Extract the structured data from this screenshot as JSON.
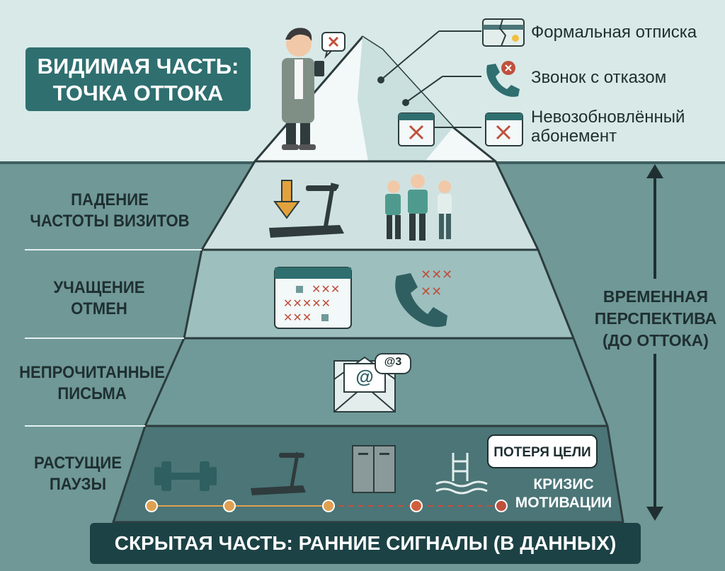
{
  "visible": {
    "title_line1": "ВИДИМАЯ ЧАСТЬ:",
    "title_line2": "ТОЧКА ОТТОКА",
    "callouts": [
      {
        "icon": "cancelled-card-icon",
        "line1": "Формальная отписка",
        "line2": ""
      },
      {
        "icon": "phone-cancel-icon",
        "line1": "Звонок с отказом",
        "line2": ""
      },
      {
        "icon": "calendar-x-icon",
        "line1": "Невозобновлённый",
        "line2": "абонемент"
      }
    ],
    "sad_bubble_icon": "x-mark-icon"
  },
  "hidden": {
    "layers": [
      {
        "line1": "ПАДЕНИЕ",
        "line2": "ЧАСТОТЫ ВИЗИТОВ"
      },
      {
        "line1": "УЧАЩЕНИЕ",
        "line2": "ОТМЕН"
      },
      {
        "line1": "НЕПРОЧИТАННЫЕ",
        "line2": "ПИСЬМА"
      },
      {
        "line1": "РАСТУЩИЕ",
        "line2": "ПАУЗЫ"
      }
    ],
    "email_badge": "@3",
    "email_at": "@",
    "bubble_text": "ПОТЕРЯ ЦЕЛИ",
    "crisis_line1": "КРИЗИС",
    "crisis_line2": "МОТИВАЦИИ",
    "banner": "СКРЫТАЯ ЧАСТЬ: РАННИЕ СИГНАЛЫ (В ДАННЫХ)"
  },
  "timeline": {
    "line1": "ВРЕМЕННАЯ",
    "line2": "ПЕРСПЕКТИВА",
    "line3": "(ДО ОТТОКА)"
  },
  "colors": {
    "sky": "#d8e9e8",
    "water": "#6f9897",
    "title_box": "#2f6f70",
    "banner": "#1c4245",
    "alert_red": "#c0503c",
    "dots_orange": "#e0a050",
    "arrow_orange": "#e2a23b"
  }
}
